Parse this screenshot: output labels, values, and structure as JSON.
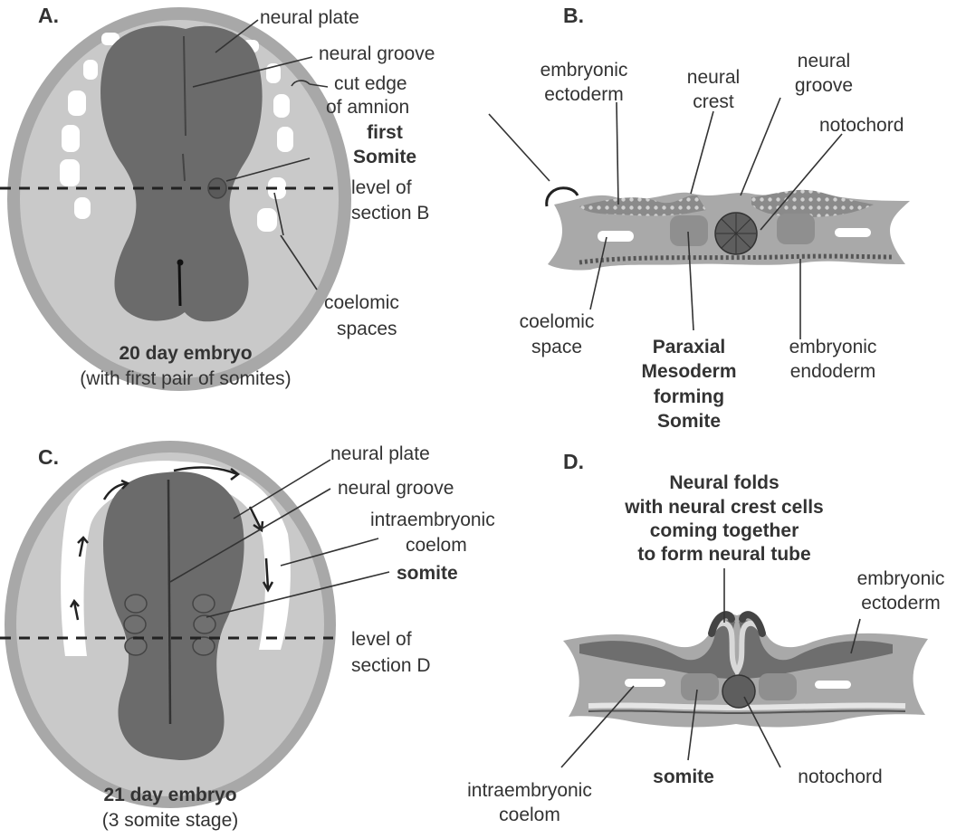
{
  "panels": {
    "a": {
      "letter": "A.",
      "caption_bold": "20 day embryo",
      "caption_sub": "(with first pair of somites)",
      "labels": {
        "neural_plate": "neural plate",
        "neural_groove": "neural groove",
        "cut_edge_1": "cut edge",
        "cut_edge_2": "of amnion",
        "first_somite_1": "first",
        "first_somite_2": "Somite",
        "level_1": "level of",
        "level_2": "section B",
        "coelomic_1": "coelomic",
        "coelomic_2": "spaces"
      }
    },
    "b": {
      "letter": "B.",
      "labels": {
        "emb_ecto_1": "embryonic",
        "emb_ecto_2": "ectoderm",
        "neural_crest_1": "neural",
        "neural_crest_2": "crest",
        "neural_groove_1": "neural",
        "neural_groove_2": "groove",
        "notochord": "notochord",
        "coelomic_space_1": "coelomic",
        "coelomic_space_2": "space",
        "paraxial_1": "Paraxial",
        "paraxial_2": "Mesoderm",
        "paraxial_3": "forming",
        "paraxial_4": "Somite",
        "emb_endo_1": "embryonic",
        "emb_endo_2": "endoderm"
      }
    },
    "c": {
      "letter": "C.",
      "caption_bold": "21 day embryo",
      "caption_sub": "(3 somite stage)",
      "labels": {
        "neural_plate": "neural plate",
        "neural_groove": "neural groove",
        "intra_1": "intraembryonic",
        "intra_2": "coelom",
        "somite": "somite",
        "level_1": "level of",
        "level_2": "section D"
      }
    },
    "d": {
      "letter": "D.",
      "title_1": "Neural folds",
      "title_2": "with neural crest cells",
      "title_3": "coming together",
      "title_4": "to form neural tube",
      "labels": {
        "emb_ecto_1": "embryonic",
        "emb_ecto_2": "ectoderm",
        "intra_1": "intraembryonic",
        "intra_2": "coelom",
        "somite": "somite",
        "notochord": "notochord"
      }
    }
  }
}
